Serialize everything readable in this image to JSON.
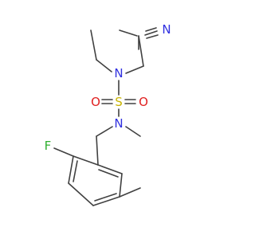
{
  "molecule": {
    "atoms": {
      "n_top": {
        "label": "N",
        "color": "#3030e0"
      },
      "n_bottom": {
        "label": "N",
        "color": "#3030e0"
      },
      "s": {
        "label": "S",
        "color": "#c8b400"
      },
      "o_left": {
        "label": "O",
        "color": "#e02020"
      },
      "o_right": {
        "label": "O",
        "color": "#e02020"
      },
      "n_nitrile": {
        "label": "N",
        "color": "#3030e0"
      },
      "c_nitrile": {
        "label": "C",
        "color": "#404040"
      },
      "f": {
        "label": "F",
        "color": "#30b030"
      }
    },
    "bond_color": "#404040"
  }
}
